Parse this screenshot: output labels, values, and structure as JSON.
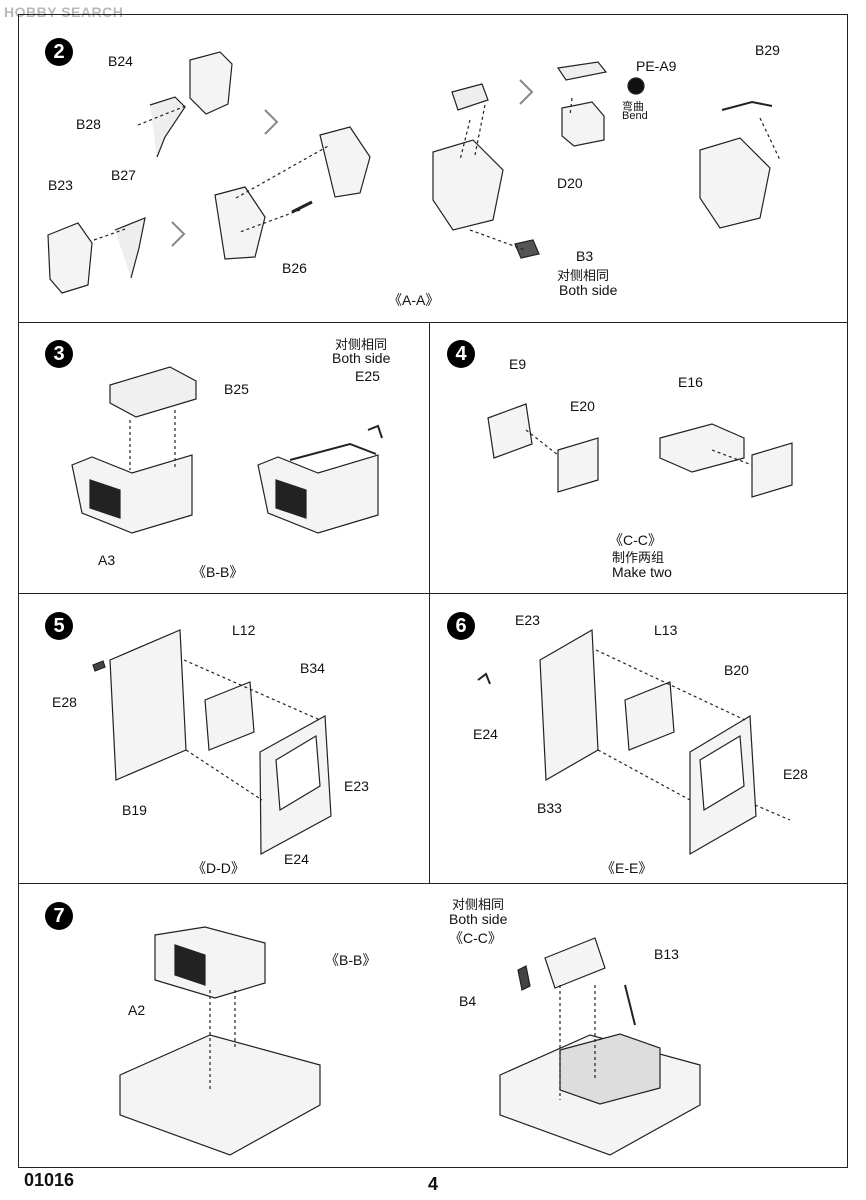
{
  "watermark": "HOBBY SEARCH",
  "footer": {
    "product_code": "01016",
    "page_number": "4"
  },
  "steps": [
    {
      "number": "2",
      "caption": "《A-A》",
      "parts": [
        "B24",
        "B28",
        "B23",
        "B27",
        "B26",
        "PE-A9",
        "D20",
        "B3",
        "B29"
      ],
      "bend": {
        "cn": "弯曲",
        "en": "Bend"
      },
      "both_side": {
        "cn": "对侧相同",
        "en": "Both side"
      }
    },
    {
      "number": "3",
      "caption": "《B-B》",
      "parts": [
        "B25",
        "A3",
        "E25"
      ],
      "both_side": {
        "cn": "对侧相同",
        "en": "Both side"
      }
    },
    {
      "number": "4",
      "caption": "《C-C》",
      "parts": [
        "E9",
        "E20",
        "E16"
      ],
      "make_two": {
        "cn": "制作两组",
        "en": "Make  two"
      }
    },
    {
      "number": "5",
      "caption": "《D-D》",
      "parts": [
        "L12",
        "B34",
        "E28",
        "B19",
        "E23",
        "E24"
      ]
    },
    {
      "number": "6",
      "caption": "《E-E》",
      "parts": [
        "E23",
        "L13",
        "B20",
        "E24",
        "E28",
        "B33"
      ]
    },
    {
      "number": "7",
      "ref_bb": "《B-B》",
      "ref_cc": "《C-C》",
      "parts": [
        "A2",
        "B4",
        "B13"
      ],
      "both_side": {
        "cn": "对侧相同",
        "en": "Both side"
      }
    }
  ]
}
